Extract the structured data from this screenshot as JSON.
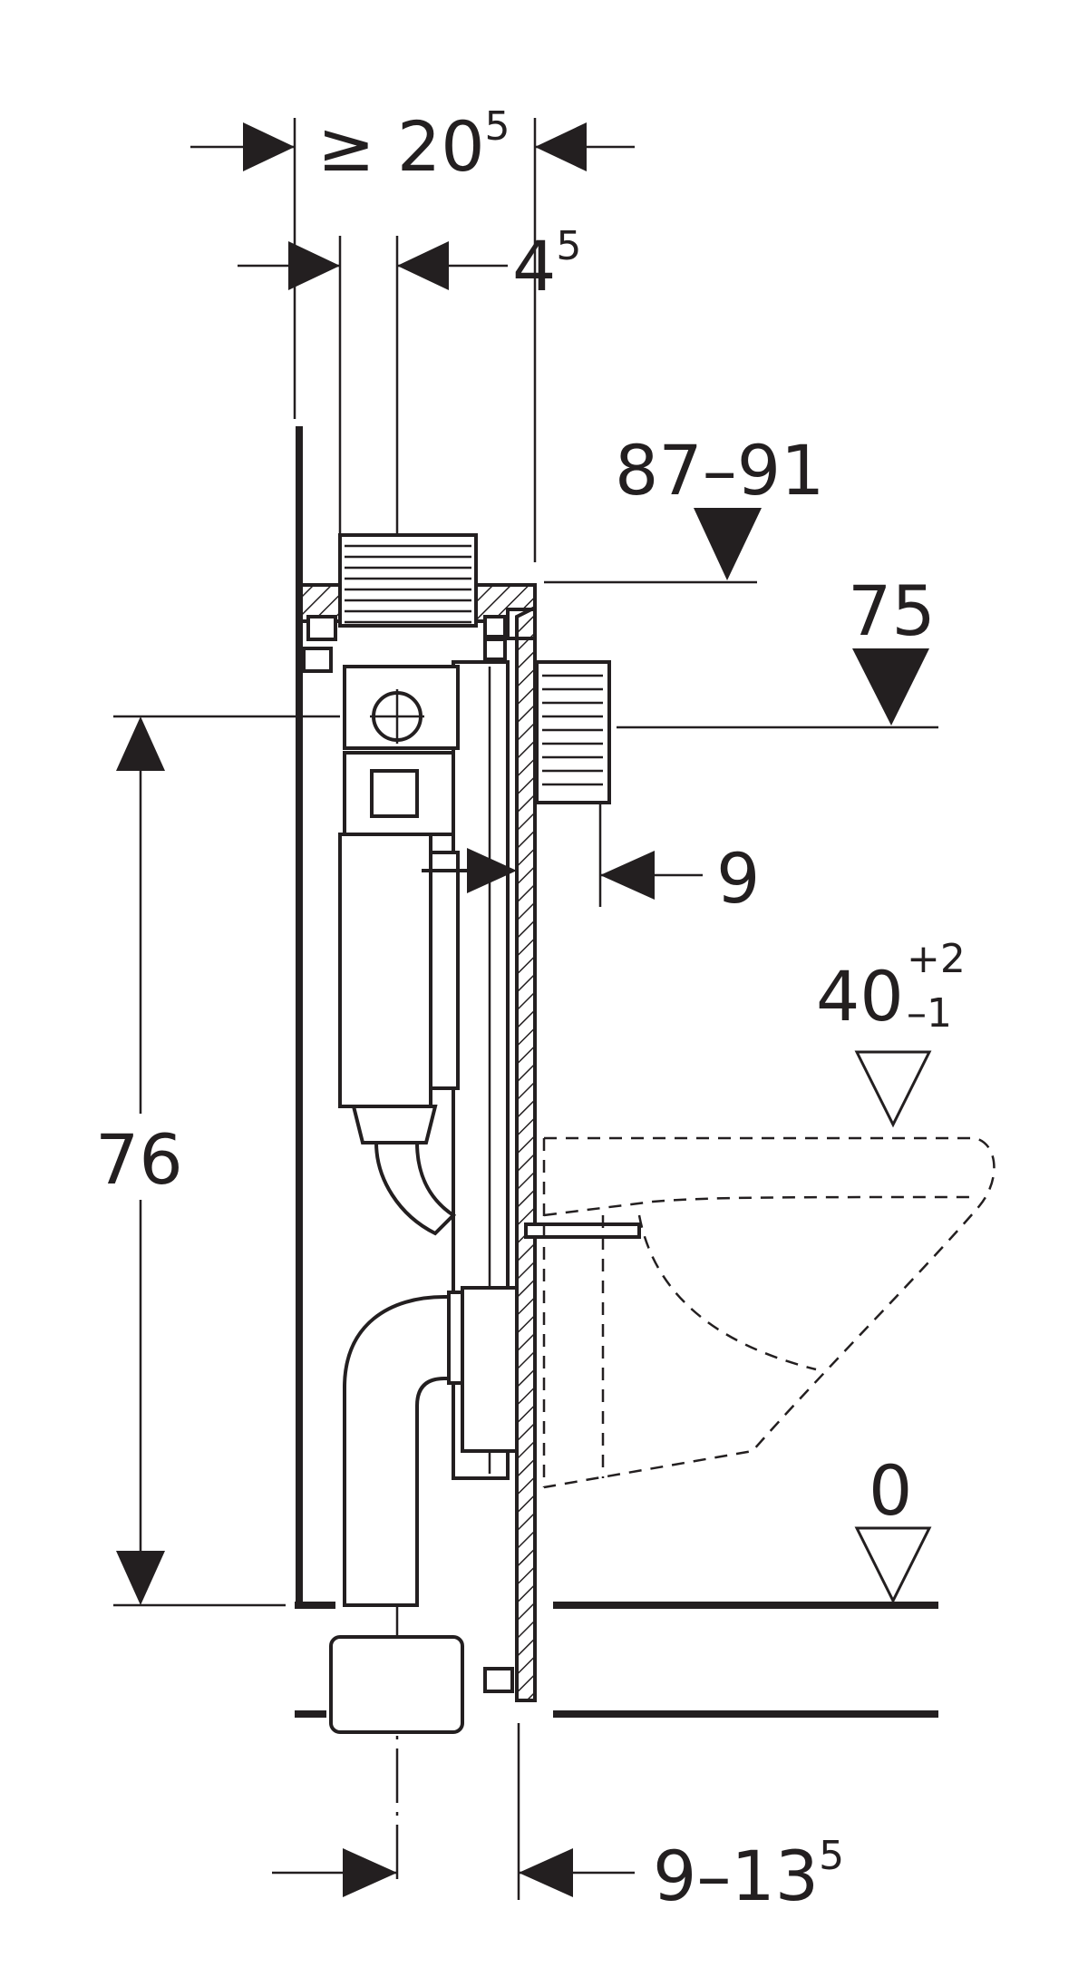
{
  "dimensions": {
    "frame_min_width": {
      "prefix": "≥ 20",
      "superscript": "5"
    },
    "pipe_offset": {
      "prefix": "4",
      "superscript": "5"
    },
    "actuation_height": "87–91",
    "flush_outlet_height": "75",
    "wall_depth": "9",
    "seat_height": {
      "base": "40",
      "upper": "+2",
      "lower": "–1"
    },
    "frame_height": "76",
    "floor_level": "0",
    "pipe_distance": {
      "prefix": "9–13",
      "superscript": "5"
    }
  },
  "colors": {
    "ink": "#231f20",
    "paper": "#ffffff"
  }
}
